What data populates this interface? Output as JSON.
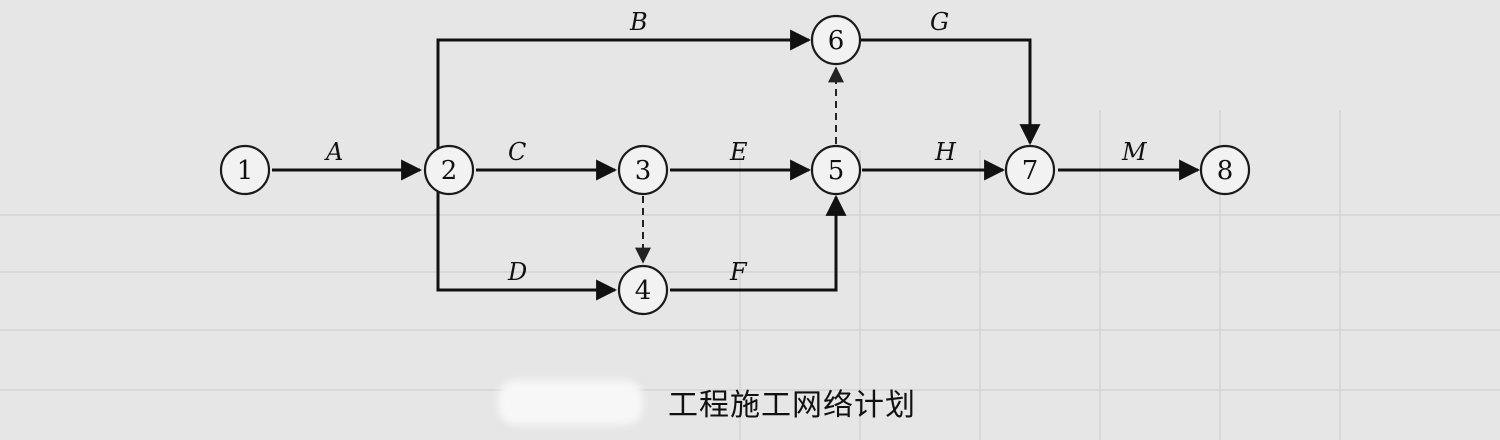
{
  "caption": "工程施工网络计划",
  "nodes": [
    {
      "id": "1",
      "label": "1"
    },
    {
      "id": "2",
      "label": "2"
    },
    {
      "id": "3",
      "label": "3"
    },
    {
      "id": "4",
      "label": "4"
    },
    {
      "id": "5",
      "label": "5"
    },
    {
      "id": "6",
      "label": "6"
    },
    {
      "id": "7",
      "label": "7"
    },
    {
      "id": "8",
      "label": "8"
    }
  ],
  "activities": [
    {
      "label": "A",
      "from": "1",
      "to": "2",
      "dummy": false
    },
    {
      "label": "B",
      "from": "2",
      "to": "6",
      "dummy": false
    },
    {
      "label": "C",
      "from": "2",
      "to": "3",
      "dummy": false
    },
    {
      "label": "D",
      "from": "2",
      "to": "4",
      "dummy": false
    },
    {
      "label": "E",
      "from": "3",
      "to": "5",
      "dummy": false
    },
    {
      "label": "F",
      "from": "4",
      "to": "5",
      "dummy": false
    },
    {
      "label": "G",
      "from": "6",
      "to": "7",
      "dummy": false
    },
    {
      "label": "H",
      "from": "5",
      "to": "7",
      "dummy": false
    },
    {
      "label": "M",
      "from": "7",
      "to": "8",
      "dummy": false
    },
    {
      "label": "",
      "from": "3",
      "to": "4",
      "dummy": true
    },
    {
      "label": "",
      "from": "5",
      "to": "6",
      "dummy": true
    }
  ]
}
